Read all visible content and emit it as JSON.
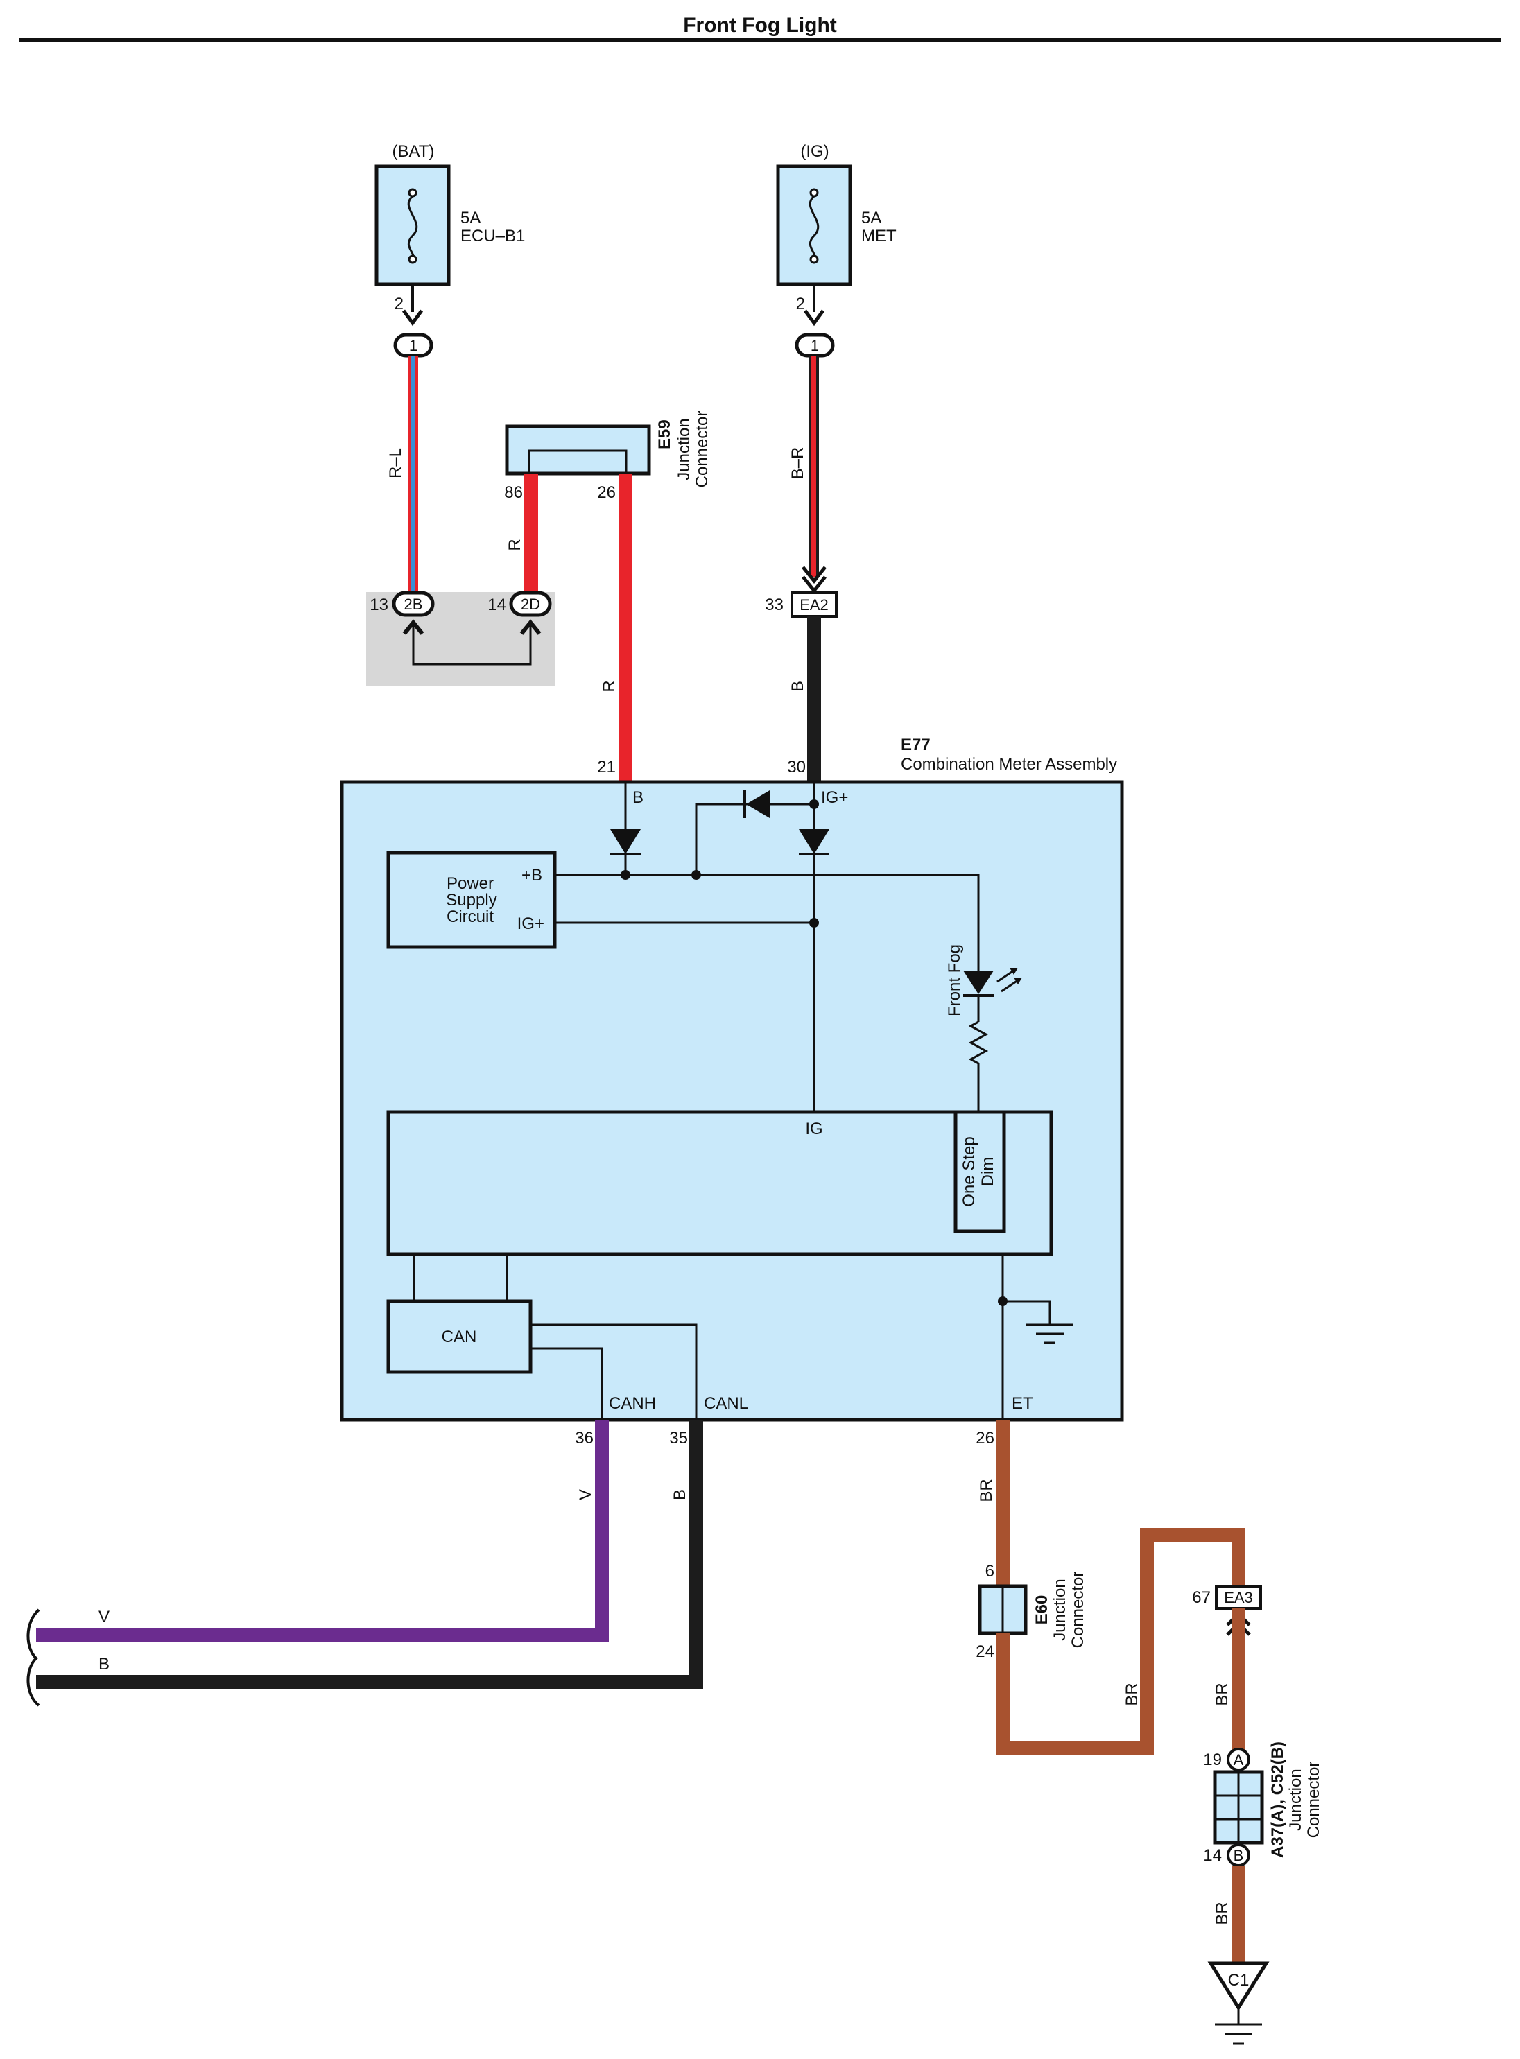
{
  "title": "Front Fog Light",
  "fuses": [
    {
      "source": "(BAT)",
      "rating": "5A",
      "name": "ECU–B1",
      "pin": "2",
      "conn_pin": "1",
      "wire": "R–L"
    },
    {
      "source": "(IG)",
      "rating": "5A",
      "name": "MET",
      "pin": "2",
      "conn_pin": "1",
      "wire": "B–R"
    }
  ],
  "junction_e59": {
    "id": "E59",
    "line1": "Junction",
    "line2": "Connector",
    "pin_left": "86",
    "pin_right": "26",
    "wire_left": "R",
    "wire_right": "R"
  },
  "splice": {
    "left_num": "13",
    "left_label": "2B",
    "right_num": "14",
    "right_label": "2D"
  },
  "ea2": {
    "num": "33",
    "label": "EA2",
    "wire": "B"
  },
  "meter": {
    "id": "E77",
    "name": "Combination Meter Assembly",
    "pin_b_num": "21",
    "pin_b": "B",
    "pin_ig_num": "30",
    "pin_ig": "IG+",
    "psc_line1": "Power",
    "psc_line2": "Supply",
    "psc_line3": "Circuit",
    "psc_plus_b": "+B",
    "psc_ig": "IG+",
    "led_label": "Front Fog",
    "ig_label": "IG",
    "dim_line1": "One Step",
    "dim_line2": "Dim",
    "can_label": "CAN",
    "canh": "CANH",
    "canl": "CANL",
    "et": "ET",
    "canh_num": "36",
    "canl_num": "35",
    "et_num": "26"
  },
  "bus_wires": {
    "v_vert": "V",
    "b_vert": "B",
    "v_horiz": "V",
    "b_horiz": "B"
  },
  "ground_path": {
    "wire_et": "BR",
    "e60": {
      "id": "E60",
      "line1": "Junction",
      "line2": "Connector",
      "pin_top": "6",
      "pin_bottom": "24"
    },
    "wire_e60": "BR",
    "ea3": {
      "num": "67",
      "label": "EA3"
    },
    "wire_ea3": "BR",
    "a37": {
      "id": "A37(A), C52(B)",
      "line1": "Junction",
      "line2": "Connector",
      "pin_a_num": "19",
      "pin_a": "A",
      "pin_b_num": "14",
      "pin_b": "B"
    },
    "wire_a37": "BR",
    "ground": "C1"
  },
  "colors": {
    "red": "#e8242b",
    "blue": "#3a8fd6",
    "black": "#1c1c1c",
    "purple": "#6b2c8f",
    "brown": "#a8522f",
    "box_fill": "#c9e9fa",
    "splice_bg": "#d7d7d7"
  }
}
